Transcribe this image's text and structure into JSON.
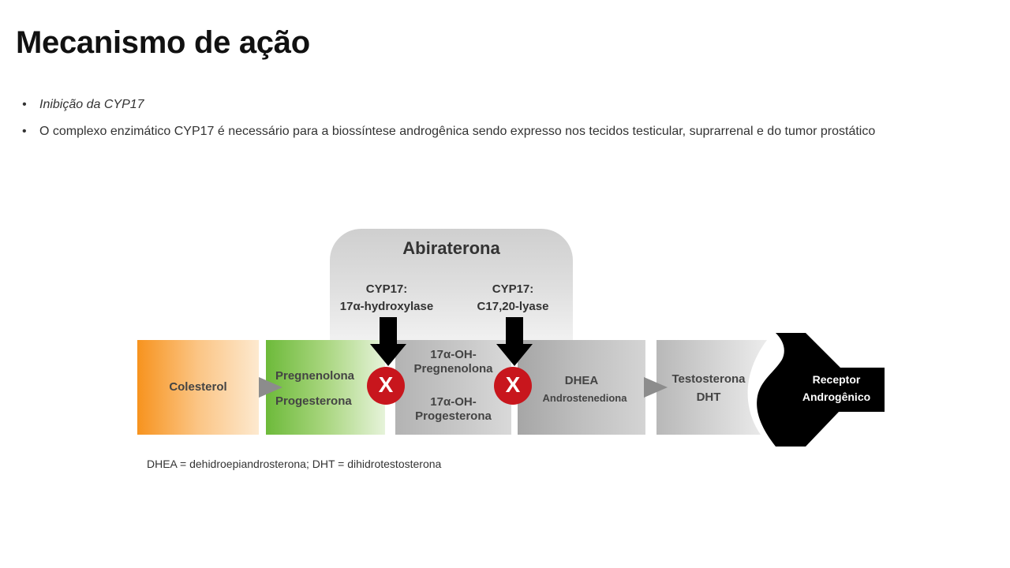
{
  "slide": {
    "title": "Mecanismo de ação",
    "bullets": [
      "Inibição da CYP17",
      "O complexo enzimático CYP17 é necessário para a biossíntese androgênica  sendo expresso nos tecidos testicular, suprarrenal e do tumor prostático"
    ]
  },
  "diagram": {
    "inhibitor": "Abiraterona",
    "enzymes": [
      {
        "line1": "CYP17:",
        "line2": "17α-hydroxylase"
      },
      {
        "line1": "CYP17:",
        "line2": "C17,20-lyase"
      }
    ],
    "inhibit_mark": "X",
    "steps": {
      "colesterol": "Colesterol",
      "pregnenolona": "Pregnenolona",
      "progesterona": "Progesterona",
      "oh_preg_1": "17α-OH-",
      "oh_preg_2": "Pregnenolona",
      "oh_prog_1": "17α-OH-",
      "oh_prog_2": "Progesterona",
      "dhea": "DHEA",
      "androstenediona": "Androstenediona",
      "testosterona": "Testosterona",
      "dht": "DHT",
      "receptor_1": "Receptor",
      "receptor_2": "Androgênico"
    },
    "colors": {
      "colesterol": "#f7931e",
      "pregnenolona": "#7dc142",
      "inhibit": "#c8161d",
      "receptor": "#000000"
    },
    "footnote": "DHEA = dehidroepiandrosterona; DHT = dihidrotestosterona"
  }
}
